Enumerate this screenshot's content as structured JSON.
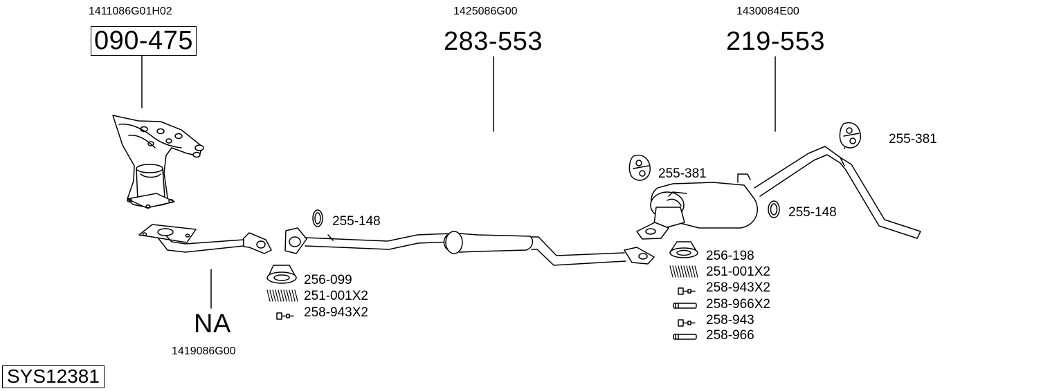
{
  "diagram": {
    "system_code": "SYS12381",
    "groups": [
      {
        "oem": "1411086G01H02",
        "part": "090-475",
        "boxed": true
      },
      {
        "oem": "1425086G00",
        "part": "283-553",
        "boxed": false
      },
      {
        "oem": "1430084E00",
        "part": "219-553",
        "boxed": false
      },
      {
        "oem": "1419086G00",
        "part": "NA",
        "boxed": false
      }
    ],
    "parts": [
      "255-148",
      "256-099",
      "251-001X2",
      "258-943X2",
      "255-381",
      "255-381",
      "255-148",
      "256-198",
      "251-001X2",
      "258-943X2",
      "258-966X2",
      "258-943",
      "258-966"
    ]
  }
}
